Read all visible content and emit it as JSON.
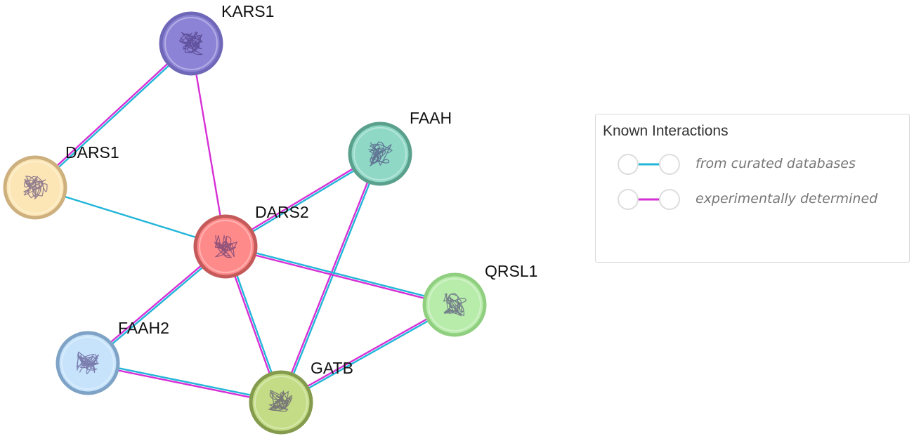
{
  "network": {
    "nodes": [
      {
        "id": "KARS1",
        "label": "KARS1",
        "color": "#8c83d6",
        "border": "#6f68b8"
      },
      {
        "id": "DARS1",
        "label": "DARS1",
        "color": "#fce6b5",
        "border": "#cdb07e"
      },
      {
        "id": "FAAH",
        "label": "FAAH",
        "color": "#8fd8c6",
        "border": "#5aa08c"
      },
      {
        "id": "DARS2",
        "label": "DARS2",
        "color": "#ff8a8a",
        "border": "#c55a5a"
      },
      {
        "id": "QRSL1",
        "label": "QRSL1",
        "color": "#b8ecab",
        "border": "#8fcf7f"
      },
      {
        "id": "FAAH2",
        "label": "FAAH2",
        "color": "#c6e3fb",
        "border": "#7fa3c6"
      },
      {
        "id": "GATB",
        "label": "GATB",
        "color": "#c3dc85",
        "border": "#849b4e"
      }
    ],
    "edges": [
      {
        "source": "KARS1",
        "target": "DARS1",
        "types": [
          "curated",
          "experimental"
        ]
      },
      {
        "source": "KARS1",
        "target": "DARS2",
        "types": [
          "experimental"
        ]
      },
      {
        "source": "DARS1",
        "target": "DARS2",
        "types": [
          "curated"
        ]
      },
      {
        "source": "FAAH",
        "target": "DARS2",
        "types": [
          "curated",
          "experimental"
        ]
      },
      {
        "source": "FAAH",
        "target": "GATB",
        "types": [
          "curated",
          "experimental"
        ]
      },
      {
        "source": "DARS2",
        "target": "QRSL1",
        "types": [
          "curated",
          "experimental"
        ]
      },
      {
        "source": "DARS2",
        "target": "FAAH2",
        "types": [
          "curated",
          "experimental"
        ]
      },
      {
        "source": "DARS2",
        "target": "GATB",
        "types": [
          "curated",
          "experimental"
        ]
      },
      {
        "source": "FAAH2",
        "target": "GATB",
        "types": [
          "curated",
          "experimental"
        ]
      },
      {
        "source": "QRSL1",
        "target": "GATB",
        "types": [
          "curated",
          "experimental"
        ]
      }
    ],
    "edge_colors": {
      "curated": "#22b5d8",
      "experimental": "#d62fd6"
    }
  },
  "legend": {
    "title": "Known Interactions",
    "items": [
      {
        "label": "from curated databases",
        "type": "curated"
      },
      {
        "label": "experimentally determined",
        "type": "experimental"
      }
    ]
  }
}
